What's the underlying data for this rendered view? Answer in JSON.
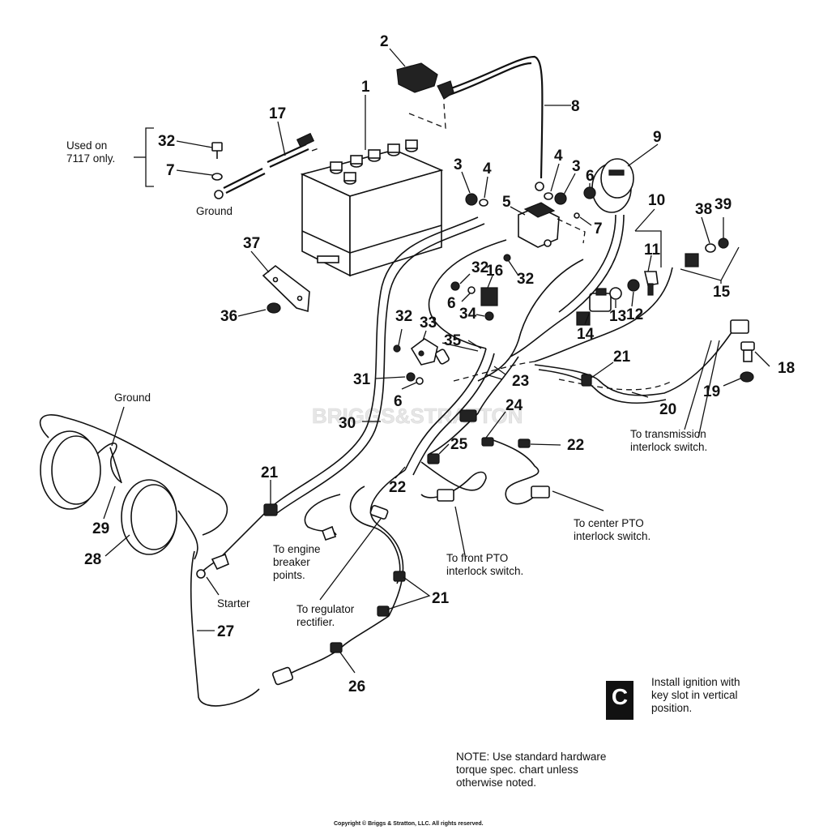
{
  "callouts": {
    "n1": "1",
    "n2": "2",
    "n3a": "3",
    "n3b": "3",
    "n4a": "4",
    "n4b": "4",
    "n5": "5",
    "n6a": "6",
    "n6b": "6",
    "n6c": "6",
    "n7a": "7",
    "n7b": "7",
    "n8": "8",
    "n9": "9",
    "n10": "10",
    "n11": "11",
    "n12": "12",
    "n13": "13",
    "n14": "14",
    "n15": "15",
    "n16": "16",
    "n17": "17",
    "n18": "18",
    "n19": "19",
    "n20": "20",
    "n21a": "21",
    "n21b": "21",
    "n21c": "21",
    "n22a": "22",
    "n22b": "22",
    "n23": "23",
    "n24": "24",
    "n25": "25",
    "n26": "26",
    "n27": "27",
    "n28": "28",
    "n29": "29",
    "n30": "30",
    "n31": "31",
    "n32a": "32",
    "n32b": "32",
    "n32c": "32",
    "n32d": "32",
    "n33": "33",
    "n34": "34",
    "n35": "35",
    "n36": "36",
    "n37": "37",
    "n38": "38",
    "n39": "39"
  },
  "labels": {
    "used_on_line1": "Used on",
    "used_on_line2": "7117 only.",
    "ground_top": "Ground",
    "ground_lights": "Ground",
    "starter": "Starter",
    "engine_breaker": "To engine\nbreaker\npoints.",
    "regulator": "To regulator\nrectifier.",
    "front_pto": "To front PTO\ninterlock switch.",
    "center_pto": "To center PTO\ninterlock switch.",
    "transmission": "To transmission\ninterlock switch."
  },
  "instruction": {
    "badge": "C",
    "text": "Install ignition with\nkey slot in vertical\nposition."
  },
  "note": "NOTE:  Use standard hardware\ntorque spec. chart unless\notherwise noted.",
  "copyright": "Copyright © Briggs & Stratton, LLC. All rights reserved.",
  "watermark": "BRIGGS&STRATTON"
}
